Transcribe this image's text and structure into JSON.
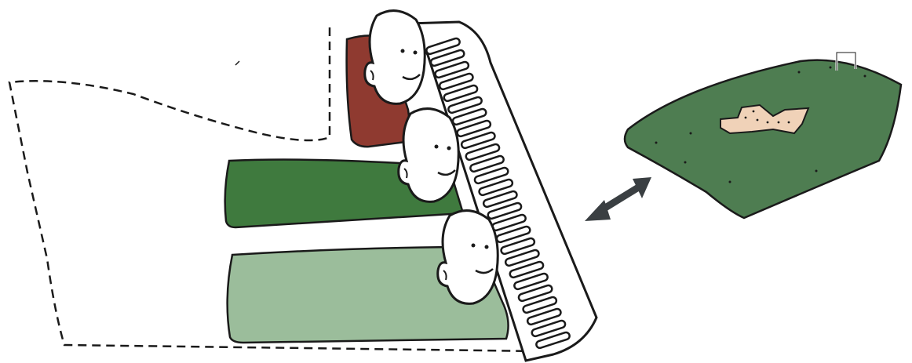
{
  "diagram": {
    "title": "",
    "colors": {
      "background": "#ffffff",
      "outline": "#1a1a1a",
      "panel_red": "#8f3a30",
      "panel_green_dark": "#3f7a3e",
      "panel_green_light": "#9bbd9b",
      "field_green": "#4e7d51",
      "pitch_sand": "#f0d2b8",
      "face_fill": "#ffffff",
      "arrow": "#3a3f42"
    },
    "elements": {
      "dashed_outline": "dashed-boundary",
      "panels": [
        "red-panel",
        "dark-green-panel",
        "light-green-panel"
      ],
      "comb": "comb-structure",
      "faces": [
        "face-top",
        "face-middle",
        "face-bottom"
      ],
      "connector": "double-arrow-icon",
      "field": "green-field",
      "pitch": "sand-pitch",
      "goal": "goal-frame-icon"
    }
  }
}
